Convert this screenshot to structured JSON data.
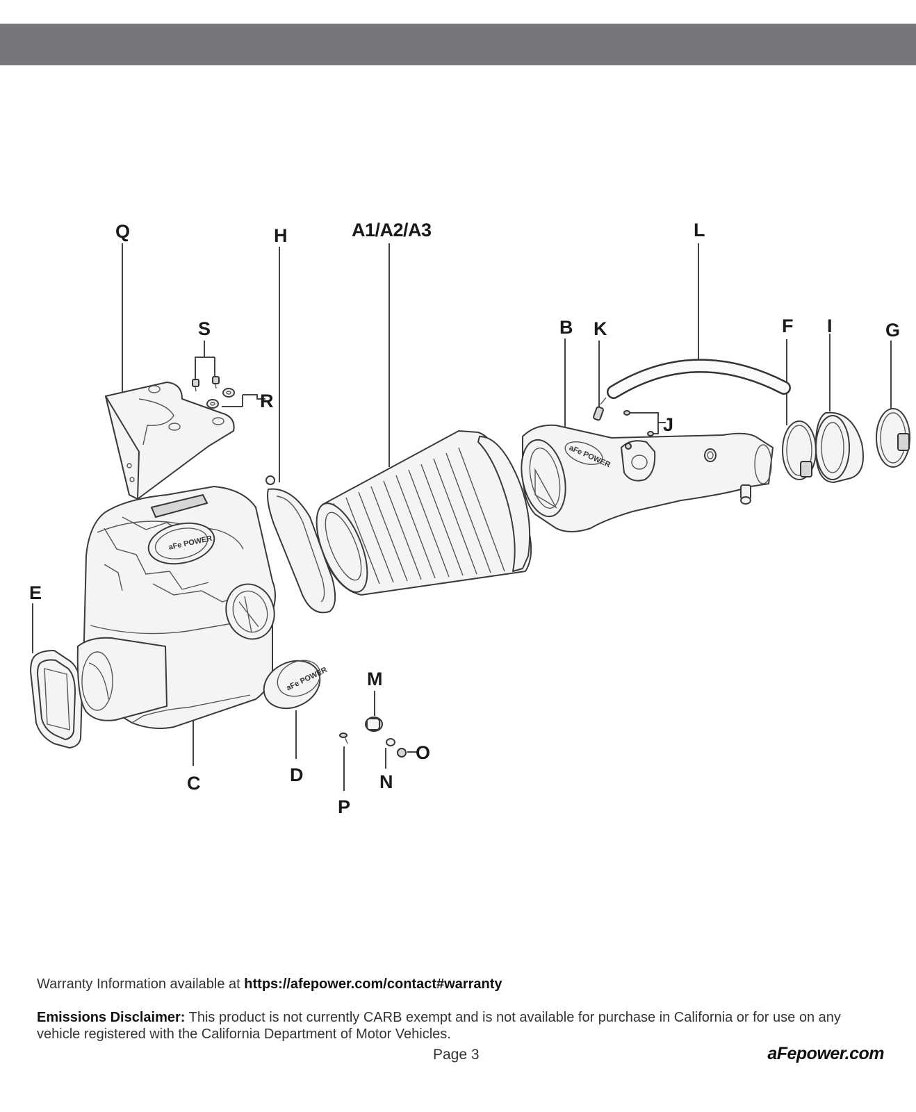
{
  "header": {
    "band_color": "#76777a"
  },
  "diagram": {
    "labels": {
      "q": "Q",
      "h": "H",
      "a": "A1/A2/A3",
      "l": "L",
      "s": "S",
      "r": "R",
      "b": "B",
      "k": "K",
      "j": "J",
      "f": "F",
      "i": "I",
      "g": "G",
      "e": "E",
      "c": "C",
      "d": "D",
      "m": "M",
      "o": "O",
      "n": "N",
      "p": "P"
    },
    "logos": {
      "box": "aFe POWER",
      "cap": "aFe POWER",
      "tube": "aFe POWER"
    }
  },
  "footer": {
    "warranty_prefix": "Warranty Information available at ",
    "warranty_url": "https://afepower.com/contact#warranty",
    "disclaimer_label": "Emissions Disclaimer:",
    "disclaimer_text": " This product is not currently CARB exempt and is not available for purchase in California or for use on any vehicle registered with the California Department of Motor Vehicles.",
    "page": "Page 3",
    "site": "aFepower.com"
  }
}
